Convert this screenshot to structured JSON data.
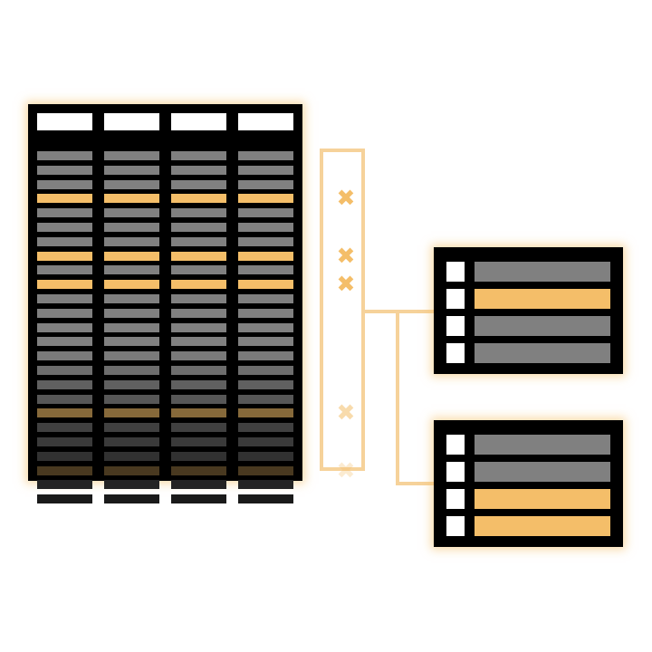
{
  "colors": {
    "header": "#ffffff",
    "highlight": "#F4BE69",
    "row": "#808080",
    "frame": "#000000",
    "connector": "#F6D29A"
  },
  "big_table": {
    "columns": 4,
    "rows": [
      {
        "kind": "header"
      },
      {
        "kind": "row",
        "level": 1.0
      },
      {
        "kind": "row",
        "level": 1.0
      },
      {
        "kind": "row",
        "level": 1.0
      },
      {
        "kind": "highlight",
        "level": 1.0
      },
      {
        "kind": "row",
        "level": 1.0
      },
      {
        "kind": "row",
        "level": 1.0
      },
      {
        "kind": "row",
        "level": 1.0
      },
      {
        "kind": "highlight",
        "level": 1.0
      },
      {
        "kind": "row",
        "level": 1.0
      },
      {
        "kind": "highlight",
        "level": 1.0
      },
      {
        "kind": "row",
        "level": 1.0
      },
      {
        "kind": "row",
        "level": 1.0
      },
      {
        "kind": "row",
        "level": 1.0
      },
      {
        "kind": "row",
        "level": 1.0
      },
      {
        "kind": "row",
        "level": 0.95
      },
      {
        "kind": "row",
        "level": 0.85
      },
      {
        "kind": "row",
        "level": 0.75
      },
      {
        "kind": "row",
        "level": 0.68
      },
      {
        "kind": "highlight",
        "level": 0.55
      },
      {
        "kind": "row",
        "level": 0.5
      },
      {
        "kind": "row",
        "level": 0.45
      },
      {
        "kind": "row",
        "level": 0.38
      },
      {
        "kind": "highlight",
        "level": 0.3
      },
      {
        "kind": "row",
        "level": 0.28
      },
      {
        "kind": "row",
        "level": 0.2
      }
    ]
  },
  "filter": {
    "marks": [
      {
        "symbol": "✖",
        "row": 4,
        "opacity": 1.0
      },
      {
        "symbol": "✖",
        "row": 8,
        "opacity": 1.0
      },
      {
        "symbol": "✖",
        "row": 10,
        "opacity": 1.0
      },
      {
        "symbol": "✖",
        "row": 19,
        "opacity": 0.55
      },
      {
        "symbol": "✖",
        "row": 23,
        "opacity": 0.3
      }
    ]
  },
  "result_tables": [
    {
      "rows": [
        "row",
        "highlight",
        "row",
        "row"
      ]
    },
    {
      "rows": [
        "row",
        "row",
        "highlight",
        "highlight"
      ]
    }
  ]
}
